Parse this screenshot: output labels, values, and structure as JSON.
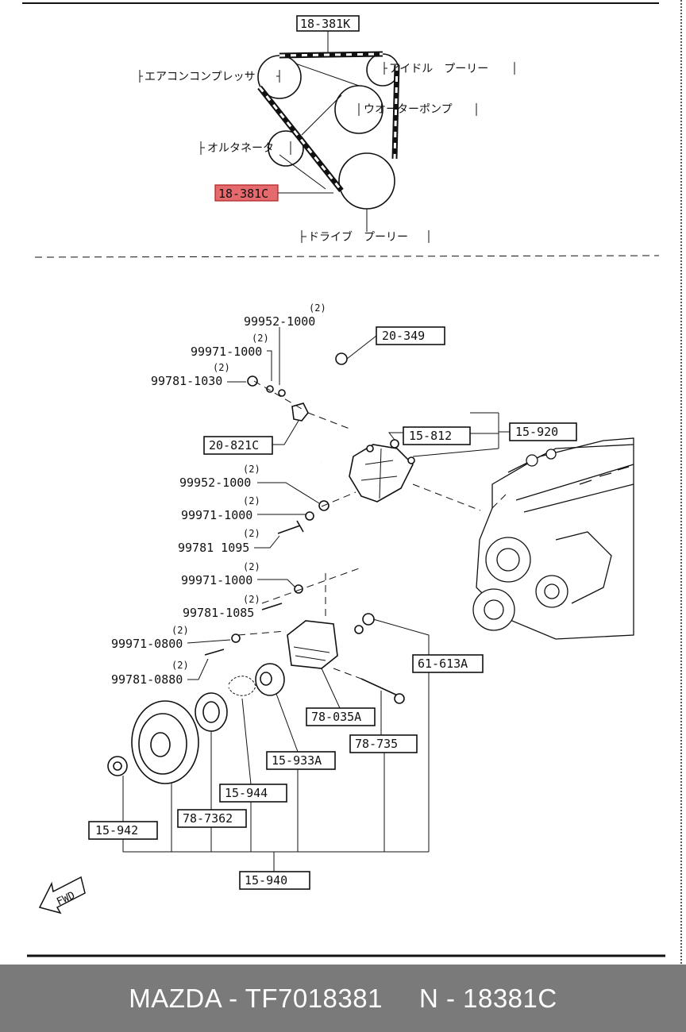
{
  "belt_section": {
    "belt_label": "18-381K",
    "highlighted_label": "18-381C",
    "ac_compressor": "エアコンコンプレッサ",
    "idle_pulley": "アイドル　プーリー",
    "water_pump": "ウオーターポンプ",
    "alternator": "オルタネータ",
    "drive_pulley": "ドライブ　プーリー"
  },
  "parts": {
    "p20_349": "20-349",
    "p15_812": "15-812",
    "p15_920": "15-920",
    "p20_821c": "20-821C",
    "p61_613a": "61-613A",
    "p78_035a": "78-035A",
    "p78_735": "78-735",
    "p15_933a": "15-933A",
    "p15_944": "15-944",
    "p78_7362": "78-7362",
    "p15_942": "15-942",
    "p15_940": "15-940"
  },
  "fasteners": [
    {
      "part": "99952-1000",
      "qty": "(2)"
    },
    {
      "part": "99971-1000",
      "qty": "(2)"
    },
    {
      "part": "99781-1030",
      "qty": "(2)"
    },
    {
      "part": "99952-1000",
      "qty": "(2)"
    },
    {
      "part": "99971-1000",
      "qty": "(2)"
    },
    {
      "part": "99781 1095",
      "qty": "(2)"
    },
    {
      "part": "99971-1000",
      "qty": "(2)"
    },
    {
      "part": "99781-1085",
      "qty": "(2)"
    },
    {
      "part": "99971-0800",
      "qty": "(2)"
    },
    {
      "part": "99781-0880",
      "qty": "(2)"
    }
  ],
  "fwd_label": "FWD",
  "footer": {
    "left": "MAZDA - TF7018381",
    "right": "N - 18381C"
  },
  "colors": {
    "highlight": "#e46a6e",
    "footer_bg": "#7a7a7a",
    "footer_text": "#ffffff"
  }
}
